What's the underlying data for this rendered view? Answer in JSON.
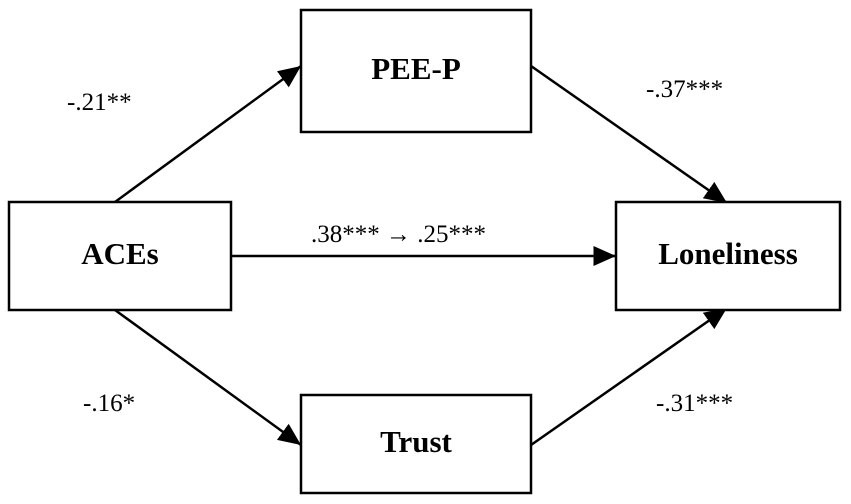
{
  "nodes": {
    "aces": "ACEs",
    "pee_p": "PEE-P",
    "trust": "Trust",
    "loneliness": "Loneliness"
  },
  "paths": {
    "aces_to_pee_p": "-.21**",
    "pee_p_to_loneliness": "-.37***",
    "aces_to_loneliness": ".38*** → .25***",
    "aces_to_trust": "-.16*",
    "trust_to_loneliness": "-.31***"
  },
  "colors": {
    "stroke": "#000000",
    "background": "#ffffff"
  }
}
